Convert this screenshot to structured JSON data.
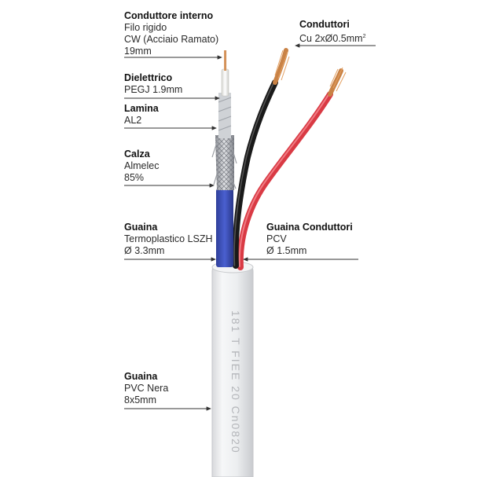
{
  "labels": [
    {
      "id": "conduttore-interno",
      "title": "Conduttore interno",
      "lines": [
        "Filo rigido",
        "CW (Acciaio Ramato)",
        "19mm"
      ]
    },
    {
      "id": "dielettrico",
      "title": "Dielettrico",
      "lines": [
        "PEGJ 1.9mm"
      ]
    },
    {
      "id": "lamina",
      "title": "Lamina",
      "lines": [
        "AL2"
      ]
    },
    {
      "id": "calza",
      "title": "Calza",
      "lines": [
        "Almelec",
        "85%"
      ]
    },
    {
      "id": "guaina",
      "title": "Guaina",
      "lines": [
        "Termoplastico LSZH",
        "Ø 3.3mm"
      ]
    },
    {
      "id": "guaina-esterna",
      "title": "Guaina",
      "lines": [
        "PVC Nera",
        "8x5mm"
      ]
    },
    {
      "id": "conduttori",
      "title": "Conduttori",
      "line_main": "Cu 2xØ0.5mm",
      "line_sup": "2"
    },
    {
      "id": "guaina-conduttori",
      "title": "Guaina Conduttori",
      "lines": [
        "PCV",
        "Ø 1.5mm"
      ]
    }
  ],
  "jacket_print": "181 T FIEE 20 Cn0820",
  "colors": {
    "jacket": "#eeeff1",
    "inner_jacket": "#3a4fb8",
    "black_wire": "#1a1a1a",
    "red_wire": "#d93a44",
    "copper": "#c98245",
    "arrow": "#333333"
  }
}
